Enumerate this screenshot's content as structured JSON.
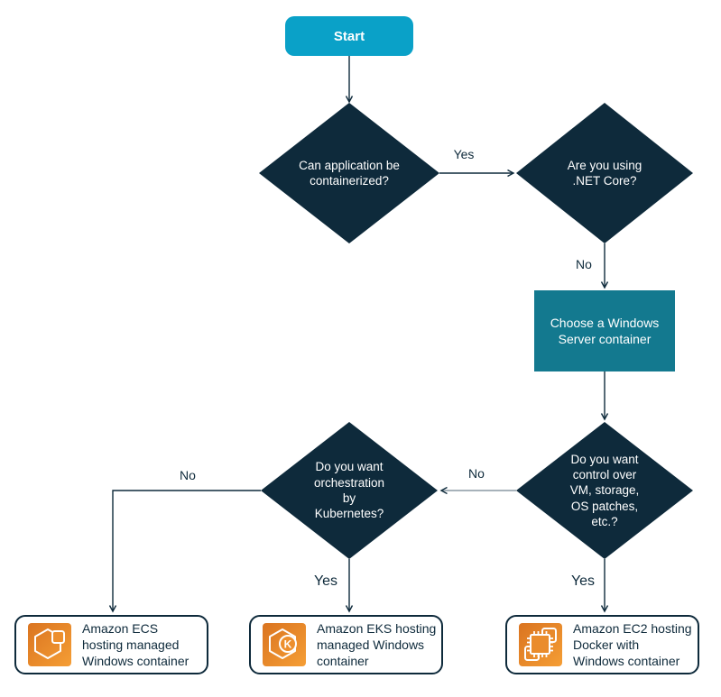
{
  "colors": {
    "start_fill": "#0AA1C8",
    "decision_fill": "#0E2A3B",
    "process_fill": "#13798F",
    "line": "#0E2A3B",
    "line_gray": "#8A99A3",
    "aws_orange_dark": "#DA7420",
    "aws_orange_light": "#F59E35",
    "text_on_dark": "#FFFFFF",
    "text_dark": "#0E2A3B"
  },
  "nodes": {
    "start": "Start",
    "containerized": "Can application be\ncontainerized?",
    "netcore": "Are you using\n.NET Core?",
    "choose": "Choose a Windows\nServer container",
    "control": "Do you want\ncontrol over\nVM, storage,\nOS patches,\netc.?",
    "orchestration": "Do you want\norchestration\nby\nKubernetes?"
  },
  "edge_labels": {
    "containerized_yes": "Yes",
    "netcore_no": "No",
    "control_no": "No",
    "orchestration_no": "No",
    "orchestration_yes": "Yes",
    "control_yes": "Yes"
  },
  "results": [
    {
      "icon": "amazon-ecs",
      "text": "Amazon ECS\nhosting managed\nWindows container"
    },
    {
      "icon": "amazon-eks",
      "text": "Amazon EKS hosting\nmanaged Windows\ncontainer"
    },
    {
      "icon": "amazon-ec2",
      "text": "Amazon EC2 hosting\nDocker with\nWindows container"
    }
  ]
}
